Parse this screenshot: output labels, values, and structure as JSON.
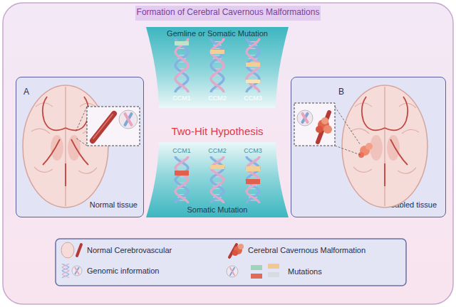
{
  "diagram": {
    "title": "Formation of Cerebral Cavernous Malformations",
    "nodes": [
      {
        "text": [
          "Gemline or Somatic Mutation"
        ]
      },
      {
        "text": [
          "A",
          "Normal tissue"
        ]
      },
      {
        "text": [
          "B",
          "Disabled tissue"
        ]
      },
      {
        "text": [
          "Somatic Mutation"
        ]
      }
    ],
    "labels": [
      "CCM1",
      "CCM2",
      "CCM3",
      "Two-Hit Hypothesis",
      "CCM1",
      "CCM2",
      "CCM3"
    ],
    "legend": [
      {
        "text": "Normal Cerebrovascular"
      },
      {
        "text": "Genomic information"
      },
      {
        "text": "Cerebral Cavernous Malformation"
      },
      {
        "text": "Mutations"
      }
    ]
  }
}
